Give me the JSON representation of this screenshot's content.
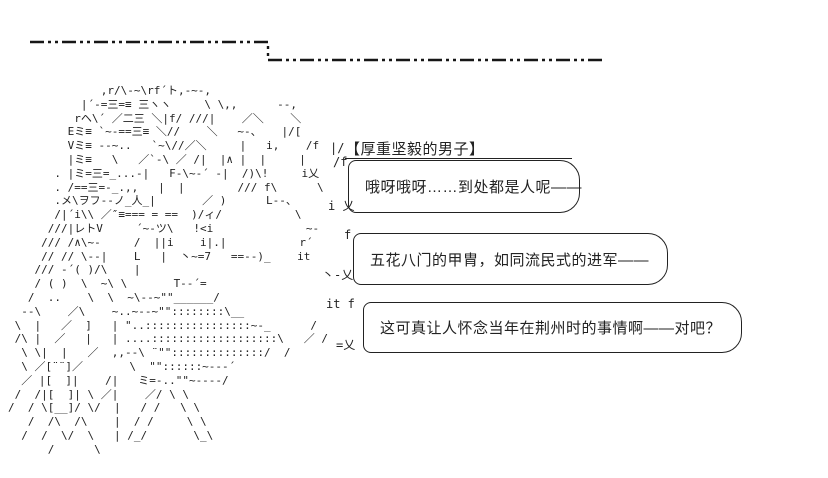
{
  "scene": {
    "background": "#ffffff",
    "ink": "#222222",
    "description": "ascii-art-dialogue-scene"
  },
  "character": {
    "name_prefix": "|/",
    "name_label": "【厚重坚毅的男子】",
    "aa_lines": [
      "              ,r/\\-~\\rf´ト,-~-,",
      "           |´-=三=≡ 三ヽヽ     \\ \\,,      --,",
      "          rヘ\\´ ／二三 ＼|f/ ///|    ／＼    ＼",
      "         Eミ≡ `~-==三≡ ＼//    ＼   ~-、   |/[",
      "         Vミ≡ --~..   `~\\//／＼     |   i,    /f",
      "         |ミ≡   \\   ／`-\\ ／ /|  |∧ |  |     |",
      "       . |ミ=三=_...-|   F-\\~-´ -|  /)\\!     i乂",
      "       . /==三=-_.,,   |  |        /// f\\      \\",
      "       .メ\\ヲフ--ノ_人_|       ／ )      L--、",
      "       /|´i\\\\ ／″≡=== = ==  )/ィ/           \\",
      "      ///|レトV     ´~-ツ\\   !<i              ~-",
      "     /// /∧\\~-     /  ||i    i|.|           r´",
      "     // // \\--|    L   |  丶~=7   ==--)_    it",
      "    /// -´( )/\\    |",
      "    / ( )  \\  ~\\ \\       T--´=",
      "   /  ..    \\  \\  ~\\--~\"\"______/",
      "  --\\    ／\\    ~..~--~\"\"::::::::\\__",
      " \\  |   ／  ]   | \"..::::::::::::::::~-_      /",
      " /\\ |  ／   |   | ....:::::::::::::::::::\\   ／ /",
      "  \\ \\|  |   ／  ,,--\\ ¨\"\"::::::::::::::/  /",
      "  \\ ／[¨¨]／       \\  \"\"::::::~---´",
      "  ／ |[  ]|    /|   ミ=-..\"\"~----/",
      " /  /|[  ]| \\ ／|    ／/ \\ \\",
      "/  / \\[__]/ \\/  |   / /   \\ \\",
      "   /  /\\  /\\    |  / /     \\ \\",
      "  /  /  \\/  \\   | /_/       \\_\\",
      "      /      \\"
    ]
  },
  "dialogue": [
    {
      "text": "哦呀哦呀……到处都是人呢——",
      "tail_top": "/f",
      "tail_bottom": "i 乂"
    },
    {
      "text": "五花八门的甲胄，如同流民式的进军——",
      "tail_top": "f",
      "tail_bottom": "丶-乂"
    },
    {
      "text": "这可真让人怀念当年在荆州时的事情啊——对吧？",
      "tail_top": "it f",
      "tail_bottom": "=乂"
    }
  ]
}
